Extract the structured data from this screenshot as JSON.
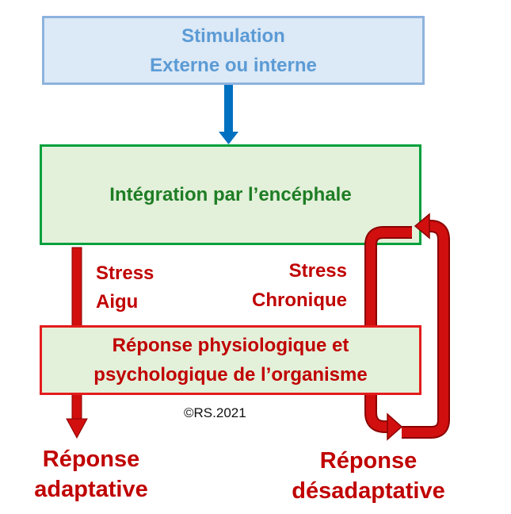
{
  "stimulation": {
    "line1": "Stimulation",
    "line2": "Externe ou interne"
  },
  "integration": {
    "label": "Intégration par l’encéphale"
  },
  "stress_aigu": {
    "line1": "Stress",
    "line2": "Aigu"
  },
  "stress_chronique": {
    "line1": "Stress",
    "line2": "Chronique"
  },
  "reponse_organisme": {
    "line1": "Réponse physiologique et",
    "line2": "psychologique de l’organisme"
  },
  "copyright": "©RS.2021",
  "outcome_adaptative": {
    "line1": "Réponse",
    "line2": "adaptative"
  },
  "outcome_desadaptative": {
    "line1": "Réponse",
    "line2": "désadaptative"
  },
  "colors": {
    "blue_arrow": "#0070c0",
    "red_dark": "#c00000",
    "red_arrow": "#d10f0f",
    "green_text": "#1e7d24"
  }
}
